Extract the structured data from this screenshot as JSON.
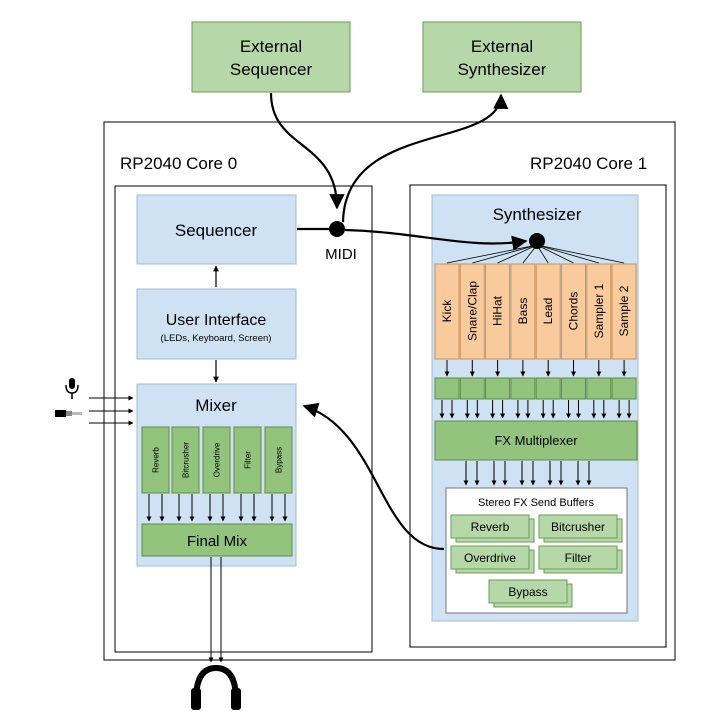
{
  "external": {
    "sequencer": [
      "External",
      "Sequencer"
    ],
    "synthesizer": [
      "External",
      "Synthesizer"
    ]
  },
  "core0": {
    "title": "RP2040 Core 0",
    "sequencer": "Sequencer",
    "ui_title": "User Interface",
    "ui_subtitle": "(LEDs, Keyboard, Screen)",
    "mixer": "Mixer",
    "fx_channels": [
      "Reverb",
      "Bitcrusher",
      "Overdrive",
      "Filter",
      "Bypass"
    ],
    "final_mix": "Final Mix"
  },
  "midi_label": "MIDI",
  "core1": {
    "title": "RP2040 Core 1",
    "synthesizer": "Synthesizer",
    "voices": [
      "Kick",
      "Snare/Clap",
      "HiHat",
      "Bass",
      "Lead",
      "Chords",
      "Sampler 1",
      "Sample 2"
    ],
    "fx_multiplexer": "FX Multiplexer",
    "send_buffers_title": "Stereo FX Send Buffers",
    "send_buffers": [
      "Reverb",
      "Bitcrusher",
      "Overdrive",
      "Filter",
      "Bypass"
    ]
  },
  "icons": {
    "inputs": [
      "microphone-icon",
      "audio-jack-icon"
    ],
    "output": "headphones-icon"
  },
  "colors": {
    "green_fill": "#b6d7a8",
    "green_dark": "#93c47d",
    "blue_fill": "#cfe2f3",
    "orange_fill": "#f9cb9c"
  }
}
